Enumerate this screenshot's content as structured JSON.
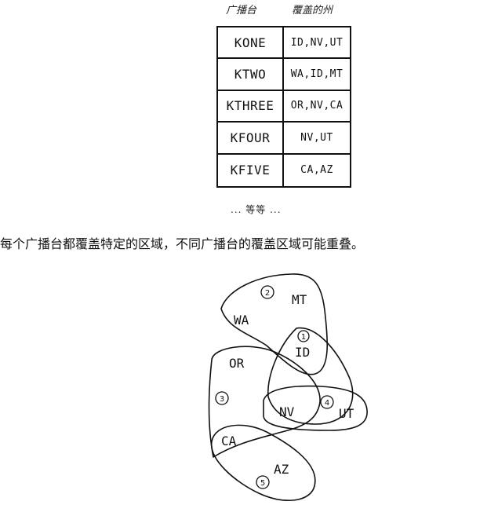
{
  "table": {
    "header_station": "广播台",
    "header_states": "覆盖的州",
    "rows": [
      {
        "station": "KONE",
        "states": "ID,NV,UT"
      },
      {
        "station": "KTWO",
        "states": "WA,ID,MT"
      },
      {
        "station": "KTHREE",
        "states": "OR,NV,CA"
      },
      {
        "station": "KFOUR",
        "states": "NV,UT"
      },
      {
        "station": "KFIVE",
        "states": "CA,AZ"
      }
    ],
    "etc": "... 等等 ..."
  },
  "caption": "每个广播台都覆盖特定的区域，不同广播台的覆盖区域可能重叠。",
  "diagram": {
    "states": {
      "MT": "MT",
      "WA": "WA",
      "ID": "ID",
      "OR": "OR",
      "NV": "NV",
      "UT": "UT",
      "CA": "CA",
      "AZ": "AZ"
    },
    "region_numbers": {
      "r1": "1",
      "r2": "2",
      "r3": "3",
      "r4": "4",
      "r5": "5"
    }
  }
}
